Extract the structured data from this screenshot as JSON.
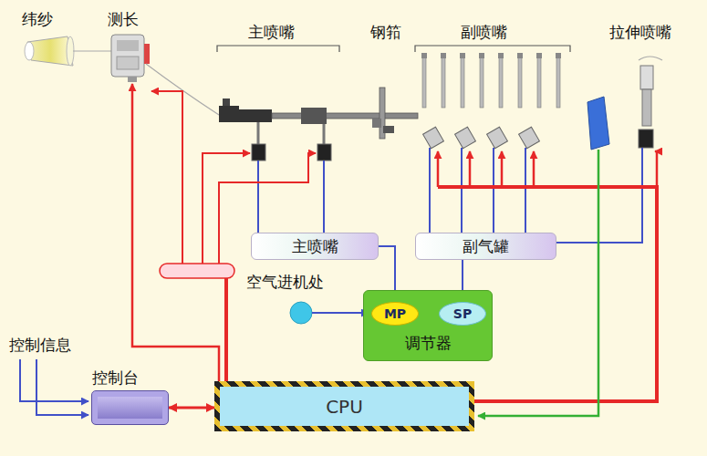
{
  "diagram": {
    "nodes": [
      {
        "text": [
          "主喷嘴"
        ]
      },
      {
        "text": [
          "副气罐"
        ]
      },
      {
        "text": [
          "调节器"
        ]
      },
      {
        "text": [
          "MP"
        ],
        "in": 2
      },
      {
        "text": [
          "SP"
        ],
        "in": 2
      },
      {
        "text": [
          "控制台"
        ]
      },
      {
        "text": [
          "CPU"
        ]
      }
    ],
    "edges": [
      {
        "from": 3,
        "to": 0,
        "arrow": "none"
      },
      {
        "from": 4,
        "to": 1,
        "arrow": "none"
      },
      {
        "from": 5,
        "to": 6,
        "arrow": "both"
      }
    ],
    "labels": [
      "纬纱",
      "测长",
      "主喷嘴",
      "钢筘",
      "副喷嘴",
      "拉伸喷嘴",
      "空气进机处",
      "控制信息"
    ]
  }
}
